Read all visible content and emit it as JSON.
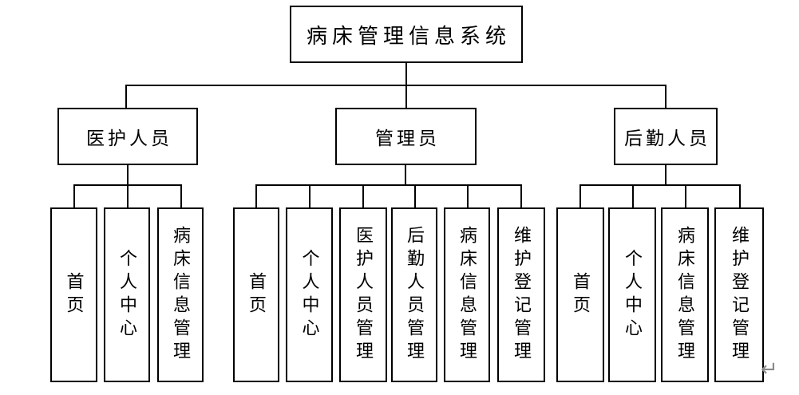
{
  "diagram": {
    "title": "病床管理信息系统",
    "root": {
      "label": "病床管理信息系统"
    },
    "groups": [
      {
        "parent": "医护人员",
        "children": [
          "首页",
          "个人中心",
          "病床信息管理"
        ]
      },
      {
        "parent": "管理员",
        "children": [
          "首页",
          "个人中心",
          "医护人员管理",
          "后勤人员管理",
          "病床信息管理",
          "维护登记管理"
        ]
      },
      {
        "parent": "后勤人员",
        "children": [
          "首页",
          "个人中心",
          "病床信息管理",
          "维护登记管理"
        ]
      }
    ],
    "paragraph_mark": "↵"
  },
  "colors": {
    "line": "#000000",
    "background": "#ffffff",
    "paragraph_mark": "#8a8a8a"
  }
}
